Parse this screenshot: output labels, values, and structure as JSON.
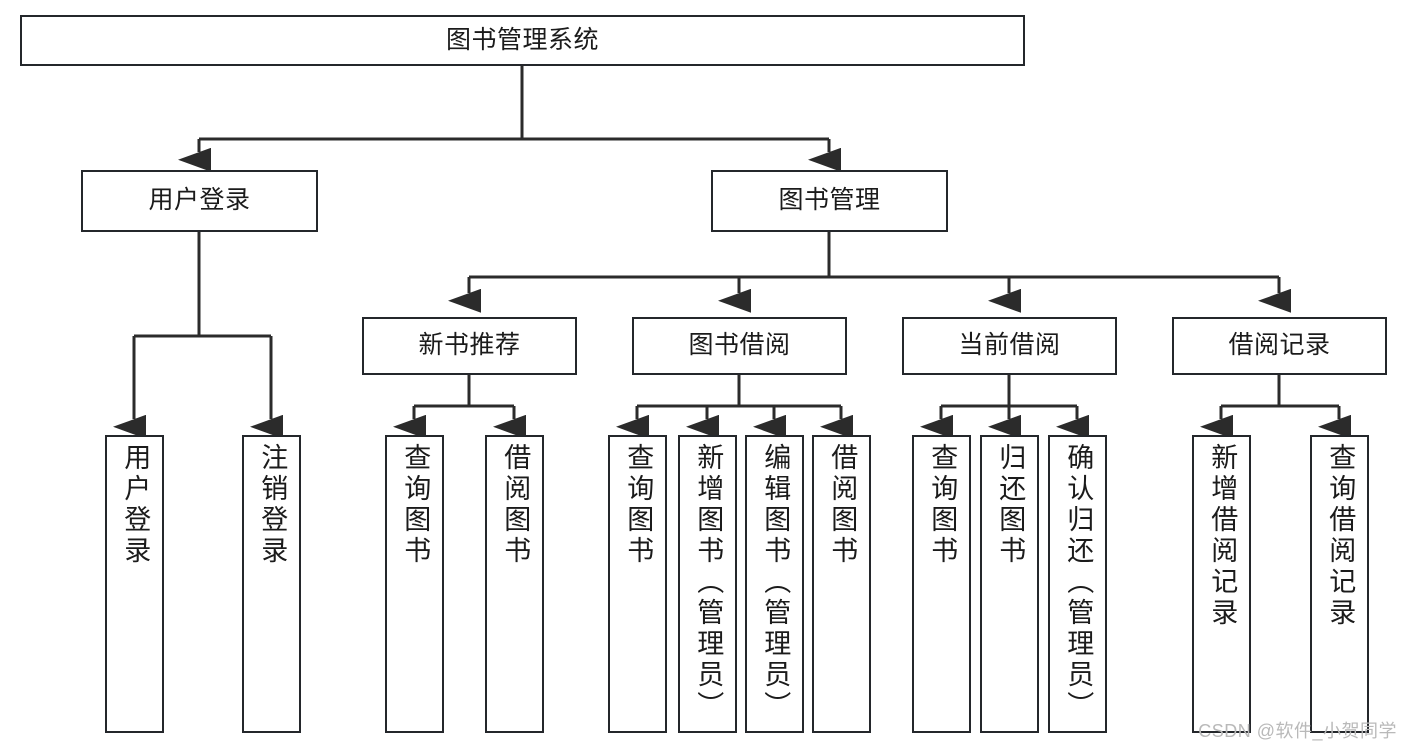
{
  "diagram": {
    "type": "tree",
    "title": "图书管理系统",
    "orientation": "top-down",
    "colors": {
      "box_border": "#24272b",
      "box_fill": "#ffffff",
      "connector": "#2b2b2b",
      "text": "#1b1b1b",
      "watermark": "#b9b9b9"
    },
    "root": {
      "label": "图书管理系统"
    },
    "level1": [
      {
        "id": "user-login",
        "label": "用户登录"
      },
      {
        "id": "book-management",
        "label": "图书管理"
      }
    ],
    "level2": [
      {
        "id": "new-book-recommend",
        "label": "新书推荐",
        "parent": "book-management"
      },
      {
        "id": "book-borrow",
        "label": "图书借阅",
        "parent": "book-management"
      },
      {
        "id": "current-borrow",
        "label": "当前借阅",
        "parent": "book-management"
      },
      {
        "id": "borrow-record",
        "label": "借阅记录",
        "parent": "book-management"
      }
    ],
    "leaves": [
      {
        "id": "leaf-user-login",
        "label": "用户登录",
        "parent": "user-login"
      },
      {
        "id": "leaf-logout-login",
        "label": "注销登录",
        "parent": "user-login"
      },
      {
        "id": "leaf-query-book-1",
        "label": "查询图书",
        "parent": "new-book-recommend"
      },
      {
        "id": "leaf-borrow-book-1",
        "label": "借阅图书",
        "parent": "new-book-recommend"
      },
      {
        "id": "leaf-query-book-2",
        "label": "查询图书",
        "parent": "book-borrow"
      },
      {
        "id": "leaf-add-book",
        "label": "新增图书（管理员）",
        "parent": "book-borrow"
      },
      {
        "id": "leaf-edit-book",
        "label": "编辑图书（管理员）",
        "parent": "book-borrow"
      },
      {
        "id": "leaf-borrow-book-2",
        "label": "借阅图书",
        "parent": "book-borrow"
      },
      {
        "id": "leaf-query-book-3",
        "label": "查询图书",
        "parent": "current-borrow"
      },
      {
        "id": "leaf-return-book",
        "label": "归还图书",
        "parent": "current-borrow"
      },
      {
        "id": "leaf-confirm-return",
        "label": "确认归还（管理员）",
        "parent": "current-borrow"
      },
      {
        "id": "leaf-add-record",
        "label": "新增借阅记录",
        "parent": "borrow-record"
      },
      {
        "id": "leaf-query-record",
        "label": "查询借阅记录",
        "parent": "borrow-record"
      }
    ]
  },
  "watermark": {
    "text": "CSDN @软件_小贺同学"
  }
}
